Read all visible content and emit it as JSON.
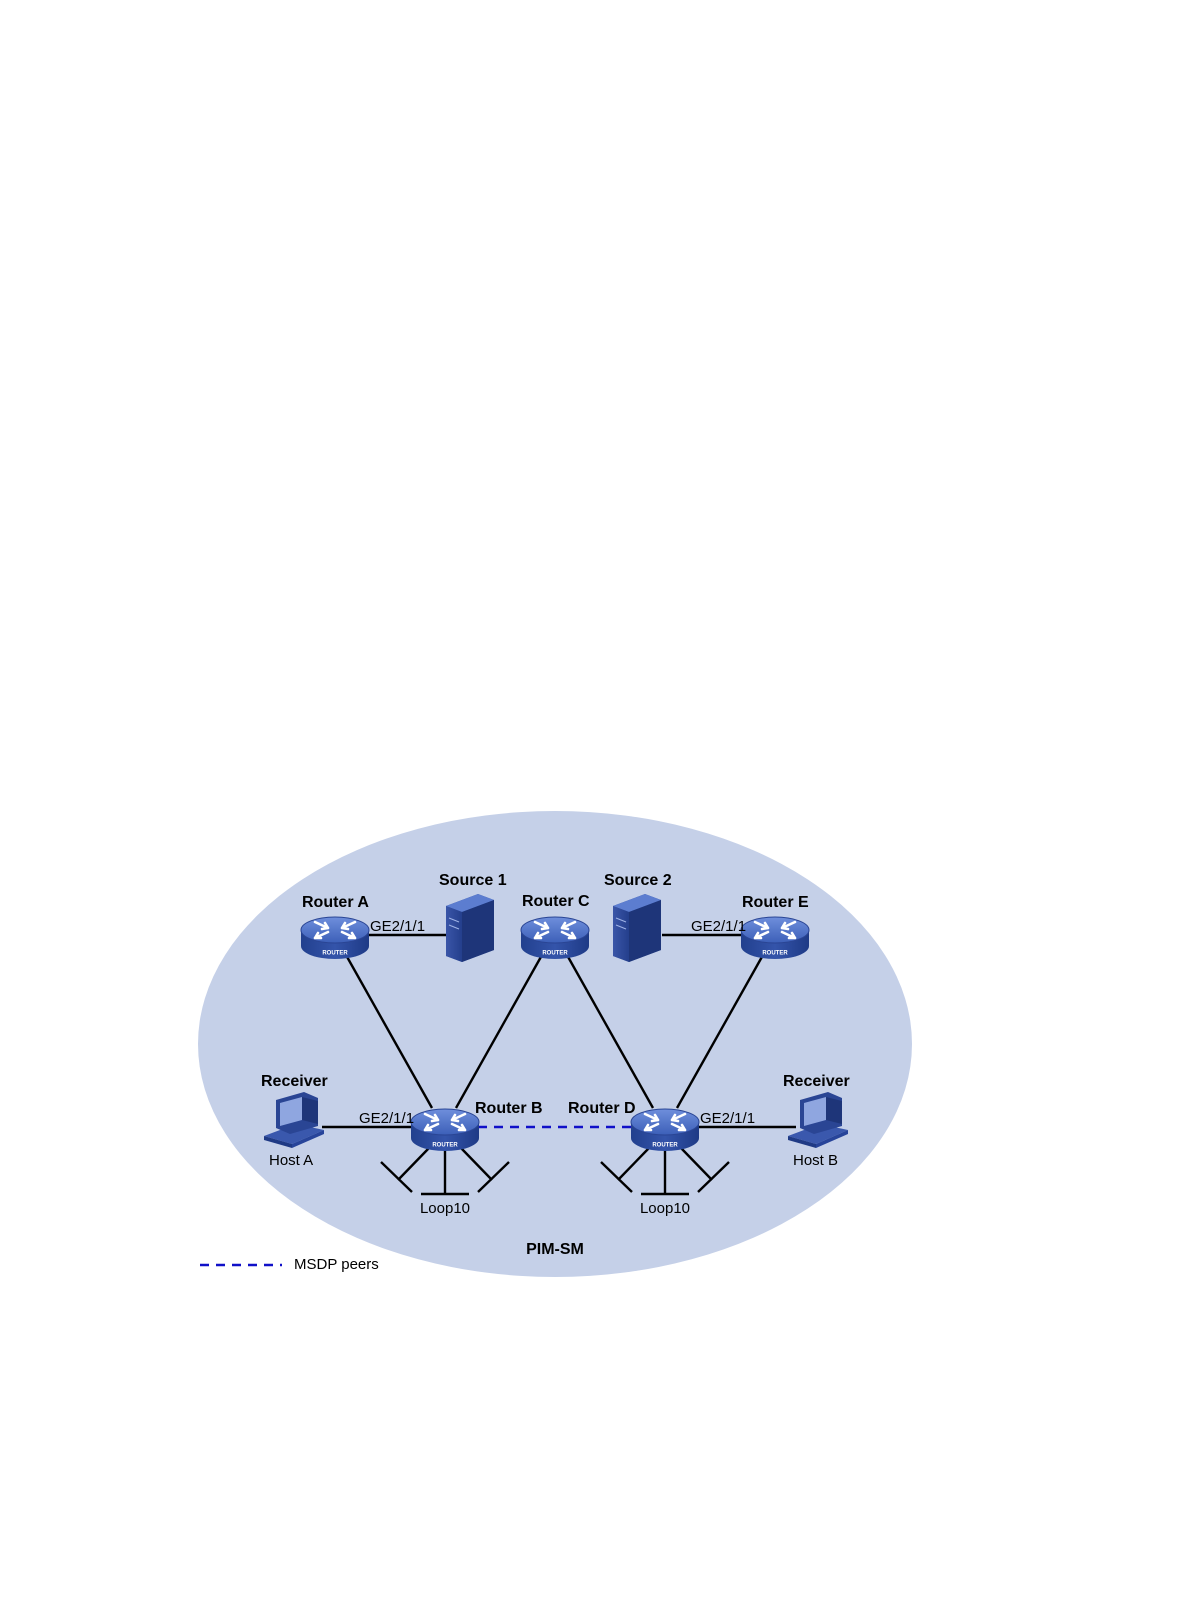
{
  "domain_label": "PIM-SM",
  "legend": {
    "msdp_label": "MSDP peers"
  },
  "device_badge": "ROUTER",
  "routers": {
    "a": {
      "name": "Router A"
    },
    "b": {
      "name": "Router B"
    },
    "c": {
      "name": "Router C"
    },
    "d": {
      "name": "Router D"
    },
    "e": {
      "name": "Router E"
    }
  },
  "sources": {
    "s1": {
      "name": "Source 1"
    },
    "s2": {
      "name": "Source 2"
    }
  },
  "hosts": {
    "a": {
      "role": "Receiver",
      "name": "Host A"
    },
    "b": {
      "role": "Receiver",
      "name": "Host B"
    }
  },
  "interfaces": {
    "ra_to_s1": "GE2/1/1",
    "re_to_s2": "GE2/1/1",
    "rb_to_ha": "GE2/1/1",
    "rd_to_hb": "GE2/1/1"
  },
  "loopbacks": {
    "rb": "Loop10",
    "rd": "Loop10"
  },
  "colors": {
    "domain_fill": "#c5d0e8",
    "router_top": "#4a6fc4",
    "router_body": "#2d4fa3",
    "msdp_link": "#1010c8",
    "link": "#000000"
  }
}
